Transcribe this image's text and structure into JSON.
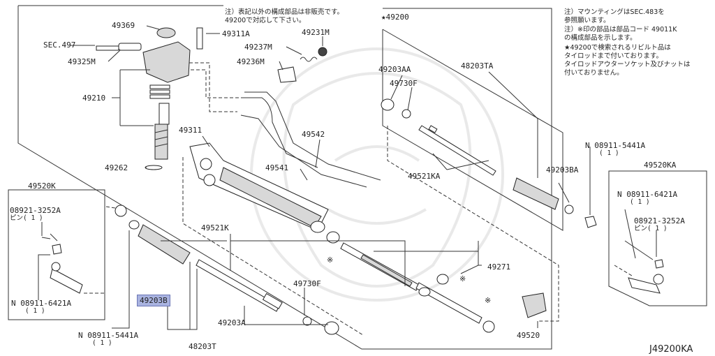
{
  "notes": {
    "top_center": "注）表記以外の構成部品は非販売です。\n49200で対応して下さい。",
    "top_right_1": "注）マウンティングはSEC.483を\n参照願います。",
    "top_right_2": "注）※印の部品は部品コード 49011K\nの構成部品を示します。",
    "top_right_3": "★49200で検索されるリビルト品は\nタイロッドまで付いております。\nタイロッドアウターソケット及びナットは\n付いておりません。"
  },
  "labels": {
    "p49200": "★49200",
    "p49369": "49369",
    "p49311A": "49311A",
    "p49231M": "49231M",
    "sec497": "SEC.497",
    "p49237M": "49237M",
    "p49325M": "49325M",
    "p49236M": "49236M",
    "p49210": "49210",
    "p49203AA": "49203AA",
    "p48203TA": "48203TA",
    "p49730F_top": "49730F",
    "p49311": "49311",
    "p49542": "49542",
    "p49541": "49541",
    "p49262": "49262",
    "p49521KA": "49521KA",
    "p49203BA": "49203BA",
    "p08911_5441A_r": "N 08911-5441A",
    "p08911_5441A_r_qty": "( 1 )",
    "p49520KA": "49520KA",
    "p08911_6421A_r": "N 08911-6421A",
    "p08911_6421A_r_qty": "( 1 )",
    "p08921_3252A_r": "08921-3252A",
    "p08921_3252A_r_qty": "ピン( 1 )",
    "p49520K": "49520K",
    "p08921_3252A_l": "08921-3252A",
    "p08921_3252A_l_qty": "ピン( 1 )",
    "p08911_6421A_l": "N 08911-6421A",
    "p08911_6421A_l_qty": "( 1 )",
    "p49521K": "49521K",
    "p49271": "49271",
    "p49730F_bot": "49730F",
    "p49203B": "49203B",
    "p49203A": "49203A",
    "p08911_5441A_l": "N 08911-5441A",
    "p08911_5441A_l_qty": "( 1 )",
    "p48203T": "48203T",
    "p49520": "49520",
    "diagram_code": "J49200KA",
    "star_mark": "※"
  }
}
